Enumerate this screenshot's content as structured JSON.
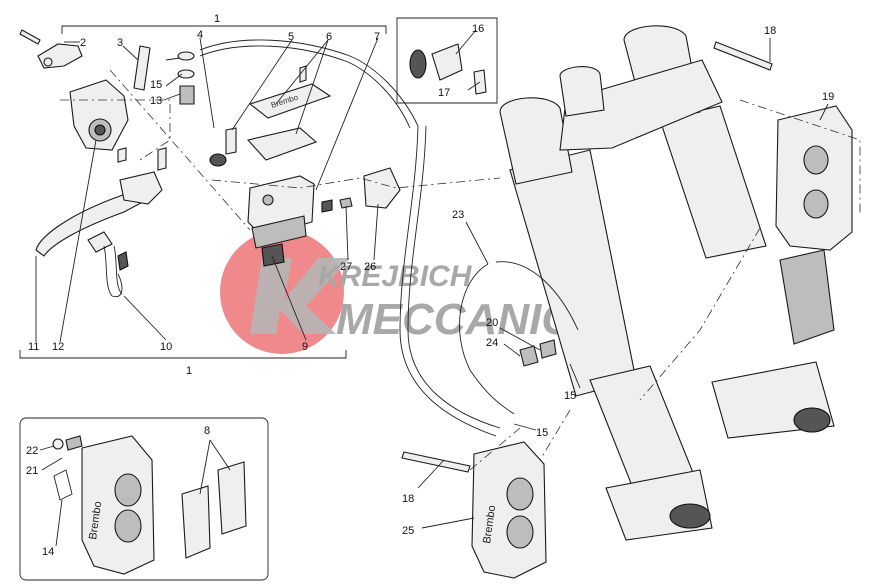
{
  "watermark": {
    "line1": "KREJBICH",
    "line2": "MECCANICA",
    "circle_color": "#e8474b",
    "text_color": "#9a9a9a"
  },
  "callouts": {
    "c1_top": "1",
    "c1_bottom": "1",
    "c2": "2",
    "c3": "3",
    "c4": "4",
    "c5": "5",
    "c6": "6",
    "c7": "7",
    "c8": "8",
    "c9": "9",
    "c10": "10",
    "c11": "11",
    "c12": "12",
    "c13": "13",
    "c14": "14",
    "c15_a": "15",
    "c15_b": "15",
    "c15_c": "15",
    "c16": "16",
    "c17": "17",
    "c18_top": "18",
    "c18_bottom": "18",
    "c19": "19",
    "c20": "20",
    "c21": "21",
    "c22": "22",
    "c23": "23",
    "c24": "24",
    "c25": "25",
    "c26": "26",
    "c27": "27"
  },
  "caliper_brand": "Brembo"
}
